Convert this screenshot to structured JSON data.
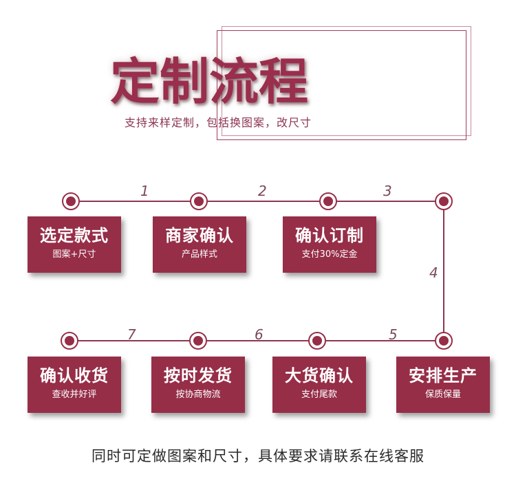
{
  "header": {
    "title": "定制流程",
    "subtitle": "支持来样定制，包括换图案，改尺寸"
  },
  "steps": [
    {
      "main": "选定款式",
      "sub": "图案+尺寸"
    },
    {
      "main": "商家确认",
      "sub": "产品样式"
    },
    {
      "main": "确认订制",
      "sub": "支付30%定金"
    },
    {
      "main": "安排生产",
      "sub": "保质保量"
    },
    {
      "main": "大货确认",
      "sub": "支付尾款"
    },
    {
      "main": "按时发货",
      "sub": "按协商物流"
    },
    {
      "main": "确认收货",
      "sub": "查收并好评"
    }
  ],
  "connectors": [
    "1",
    "2",
    "3",
    "4",
    "5",
    "6",
    "7"
  ],
  "footer": "同时可定做图案和尺寸，具体要求请联系在线客服",
  "colors": {
    "primary": "#962e48",
    "line": "#8c3550",
    "text": "#2a2a2a"
  }
}
